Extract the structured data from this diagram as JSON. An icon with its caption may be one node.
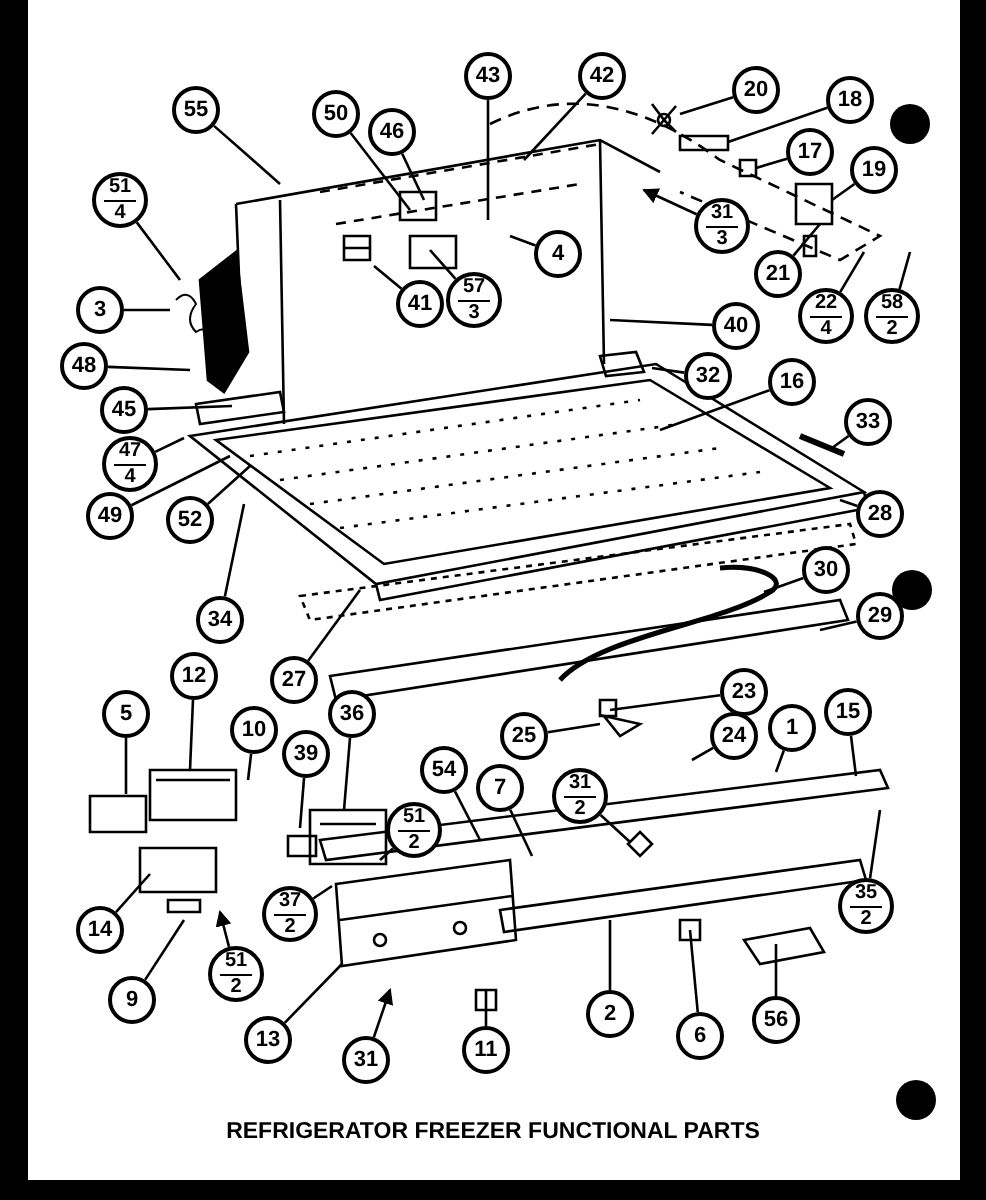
{
  "diagram": {
    "caption": "REFRIGERATOR FREEZER FUNCTIONAL PARTS",
    "nodes": [
      {
        "text": [
          "43"
        ]
      },
      {
        "text": [
          "42"
        ]
      },
      {
        "text": [
          "20"
        ]
      },
      {
        "text": [
          "18"
        ]
      },
      {
        "text": [
          "55"
        ]
      },
      {
        "text": [
          "50"
        ]
      },
      {
        "text": [
          "46"
        ]
      },
      {
        "text": [
          "17"
        ]
      },
      {
        "text": [
          "19"
        ]
      },
      {
        "text": [
          "51",
          "4"
        ]
      },
      {
        "text": [
          "31",
          "3"
        ]
      },
      {
        "text": [
          "4"
        ]
      },
      {
        "text": [
          "21"
        ]
      },
      {
        "text": [
          "57",
          "3"
        ]
      },
      {
        "text": [
          "41"
        ]
      },
      {
        "text": [
          "3"
        ]
      },
      {
        "text": [
          "22",
          "4"
        ]
      },
      {
        "text": [
          "58",
          "2"
        ]
      },
      {
        "text": [
          "40"
        ]
      },
      {
        "text": [
          "48"
        ]
      },
      {
        "text": [
          "32"
        ]
      },
      {
        "text": [
          "16"
        ]
      },
      {
        "text": [
          "45"
        ]
      },
      {
        "text": [
          "33"
        ]
      },
      {
        "text": [
          "47",
          "4"
        ]
      },
      {
        "text": [
          "28"
        ]
      },
      {
        "text": [
          "49"
        ]
      },
      {
        "text": [
          "52"
        ]
      },
      {
        "text": [
          "30"
        ]
      },
      {
        "text": [
          "29"
        ]
      },
      {
        "text": [
          "34"
        ]
      },
      {
        "text": [
          "27"
        ]
      },
      {
        "text": [
          "12"
        ]
      },
      {
        "text": [
          "23"
        ]
      },
      {
        "text": [
          "36"
        ]
      },
      {
        "text": [
          "5"
        ]
      },
      {
        "text": [
          "15"
        ]
      },
      {
        "text": [
          "1"
        ]
      },
      {
        "text": [
          "10"
        ]
      },
      {
        "text": [
          "24"
        ]
      },
      {
        "text": [
          "25"
        ]
      },
      {
        "text": [
          "39"
        ]
      },
      {
        "text": [
          "54"
        ]
      },
      {
        "text": [
          "7"
        ]
      },
      {
        "text": [
          "31",
          "2"
        ]
      },
      {
        "text": [
          "51",
          "2"
        ]
      },
      {
        "text": [
          "35",
          "2"
        ]
      },
      {
        "text": [
          "37",
          "2"
        ]
      },
      {
        "text": [
          "14"
        ]
      },
      {
        "text": [
          "51",
          "2"
        ]
      },
      {
        "text": [
          "9"
        ]
      },
      {
        "text": [
          "2"
        ]
      },
      {
        "text": [
          "56"
        ]
      },
      {
        "text": [
          "13"
        ]
      },
      {
        "text": [
          "6"
        ]
      },
      {
        "text": [
          "11"
        ]
      },
      {
        "text": [
          "31"
        ]
      }
    ],
    "edges": [
      {
        "from": 0,
        "to": null,
        "arrow": "none"
      },
      {
        "from": 1,
        "to": null,
        "arrow": "none"
      },
      {
        "from": 2,
        "to": null,
        "arrow": "none"
      },
      {
        "from": 3,
        "to": null,
        "arrow": "none"
      },
      {
        "from": 4,
        "to": null,
        "arrow": "none"
      },
      {
        "from": 5,
        "to": null,
        "arrow": "none"
      },
      {
        "from": 6,
        "to": null,
        "arrow": "none"
      },
      {
        "from": 7,
        "to": null,
        "arrow": "none"
      },
      {
        "from": 8,
        "to": null,
        "arrow": "none"
      },
      {
        "from": 9,
        "to": null,
        "arrow": "none"
      },
      {
        "from": 10,
        "to": null,
        "arrow": "to"
      },
      {
        "from": 11,
        "to": null,
        "arrow": "none"
      },
      {
        "from": 12,
        "to": null,
        "arrow": "none"
      },
      {
        "from": 13,
        "to": null,
        "arrow": "none"
      },
      {
        "from": 14,
        "to": null,
        "arrow": "none"
      },
      {
        "from": 15,
        "to": null,
        "arrow": "none"
      },
      {
        "from": 16,
        "to": null,
        "arrow": "none"
      },
      {
        "from": 17,
        "to": null,
        "arrow": "none"
      },
      {
        "from": 18,
        "to": null,
        "arrow": "none"
      },
      {
        "from": 19,
        "to": null,
        "arrow": "none"
      },
      {
        "from": 20,
        "to": null,
        "arrow": "none"
      },
      {
        "from": 21,
        "to": null,
        "arrow": "none"
      },
      {
        "from": 22,
        "to": null,
        "arrow": "none"
      },
      {
        "from": 23,
        "to": null,
        "arrow": "none"
      },
      {
        "from": 24,
        "to": null,
        "arrow": "none"
      },
      {
        "from": 25,
        "to": null,
        "arrow": "none"
      },
      {
        "from": 26,
        "to": null,
        "arrow": "none"
      },
      {
        "from": 27,
        "to": null,
        "arrow": "none"
      },
      {
        "from": 28,
        "to": null,
        "arrow": "none"
      },
      {
        "from": 29,
        "to": null,
        "arrow": "none"
      },
      {
        "from": 30,
        "to": null,
        "arrow": "none"
      },
      {
        "from": 31,
        "to": null,
        "arrow": "none"
      },
      {
        "from": 32,
        "to": null,
        "arrow": "none"
      },
      {
        "from": 33,
        "to": null,
        "arrow": "none"
      },
      {
        "from": 34,
        "to": null,
        "arrow": "none"
      },
      {
        "from": 35,
        "to": null,
        "arrow": "none"
      },
      {
        "from": 36,
        "to": null,
        "arrow": "none"
      },
      {
        "from": 37,
        "to": null,
        "arrow": "none"
      },
      {
        "from": 38,
        "to": null,
        "arrow": "none"
      },
      {
        "from": 39,
        "to": null,
        "arrow": "none"
      },
      {
        "from": 40,
        "to": null,
        "arrow": "none"
      },
      {
        "from": 41,
        "to": null,
        "arrow": "none"
      },
      {
        "from": 42,
        "to": null,
        "arrow": "none"
      },
      {
        "from": 43,
        "to": null,
        "arrow": "none"
      },
      {
        "from": 44,
        "to": null,
        "arrow": "none"
      },
      {
        "from": 45,
        "to": null,
        "arrow": "none"
      },
      {
        "from": 46,
        "to": null,
        "arrow": "none"
      },
      {
        "from": 47,
        "to": null,
        "arrow": "none"
      },
      {
        "from": 48,
        "to": null,
        "arrow": "none"
      },
      {
        "from": 49,
        "to": null,
        "arrow": "to"
      },
      {
        "from": 50,
        "to": null,
        "arrow": "none"
      },
      {
        "from": 51,
        "to": null,
        "arrow": "none"
      },
      {
        "from": 52,
        "to": null,
        "arrow": "none"
      },
      {
        "from": 53,
        "to": null,
        "arrow": "none"
      },
      {
        "from": 54,
        "to": null,
        "arrow": "none"
      },
      {
        "from": 55,
        "to": null,
        "arrow": "none"
      },
      {
        "from": 56,
        "to": null,
        "arrow": "to"
      }
    ]
  }
}
